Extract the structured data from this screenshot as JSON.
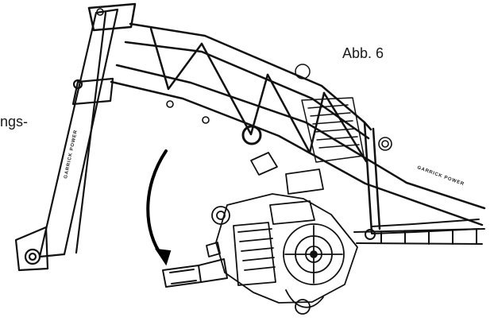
{
  "figure": {
    "label": "Abb. 6",
    "partial_text": "ngs-",
    "frame_brand_text": "GARRICK POWER"
  },
  "colors": {
    "line": "#111111",
    "background": "#ffffff"
  }
}
